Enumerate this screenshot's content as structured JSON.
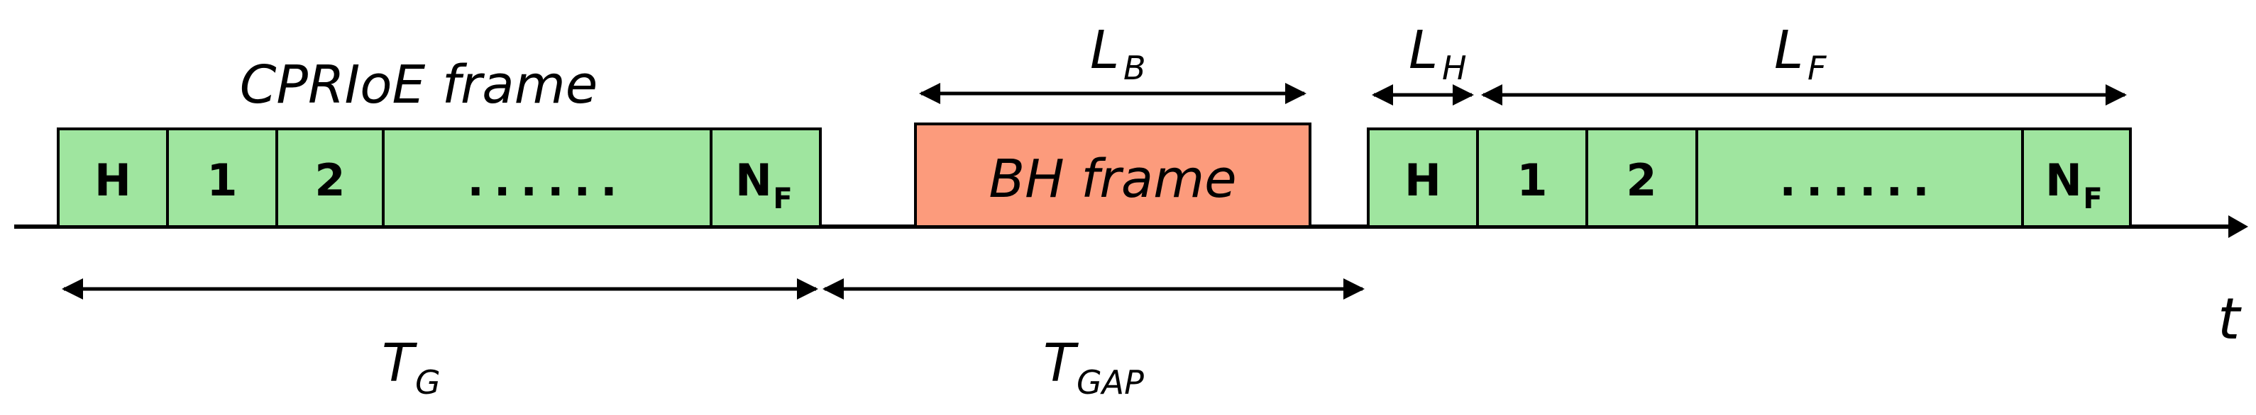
{
  "labels": {
    "cprioe_frame": "CPRIoE frame",
    "bh_frame": "BH frame",
    "time_axis": "t",
    "lb_main": "L",
    "lb_sub": "B",
    "lh_main": "L",
    "lh_sub": "H",
    "lf_main": "L",
    "lf_sub": "F",
    "tg_main": "T",
    "tg_sub": "G",
    "tgap_main": "T",
    "tgap_sub": "GAP"
  },
  "frame1": {
    "cells": [
      "H",
      "1",
      "2",
      "......",
      "N"
    ],
    "last_sub": "F"
  },
  "frame2": {
    "cells": [
      "H",
      "1",
      "2",
      "......",
      "N"
    ],
    "last_sub": "F"
  },
  "colors": {
    "cprioe_fill": "#9fe59f",
    "bh_fill": "#fc9b7c",
    "stroke": "#000000"
  }
}
